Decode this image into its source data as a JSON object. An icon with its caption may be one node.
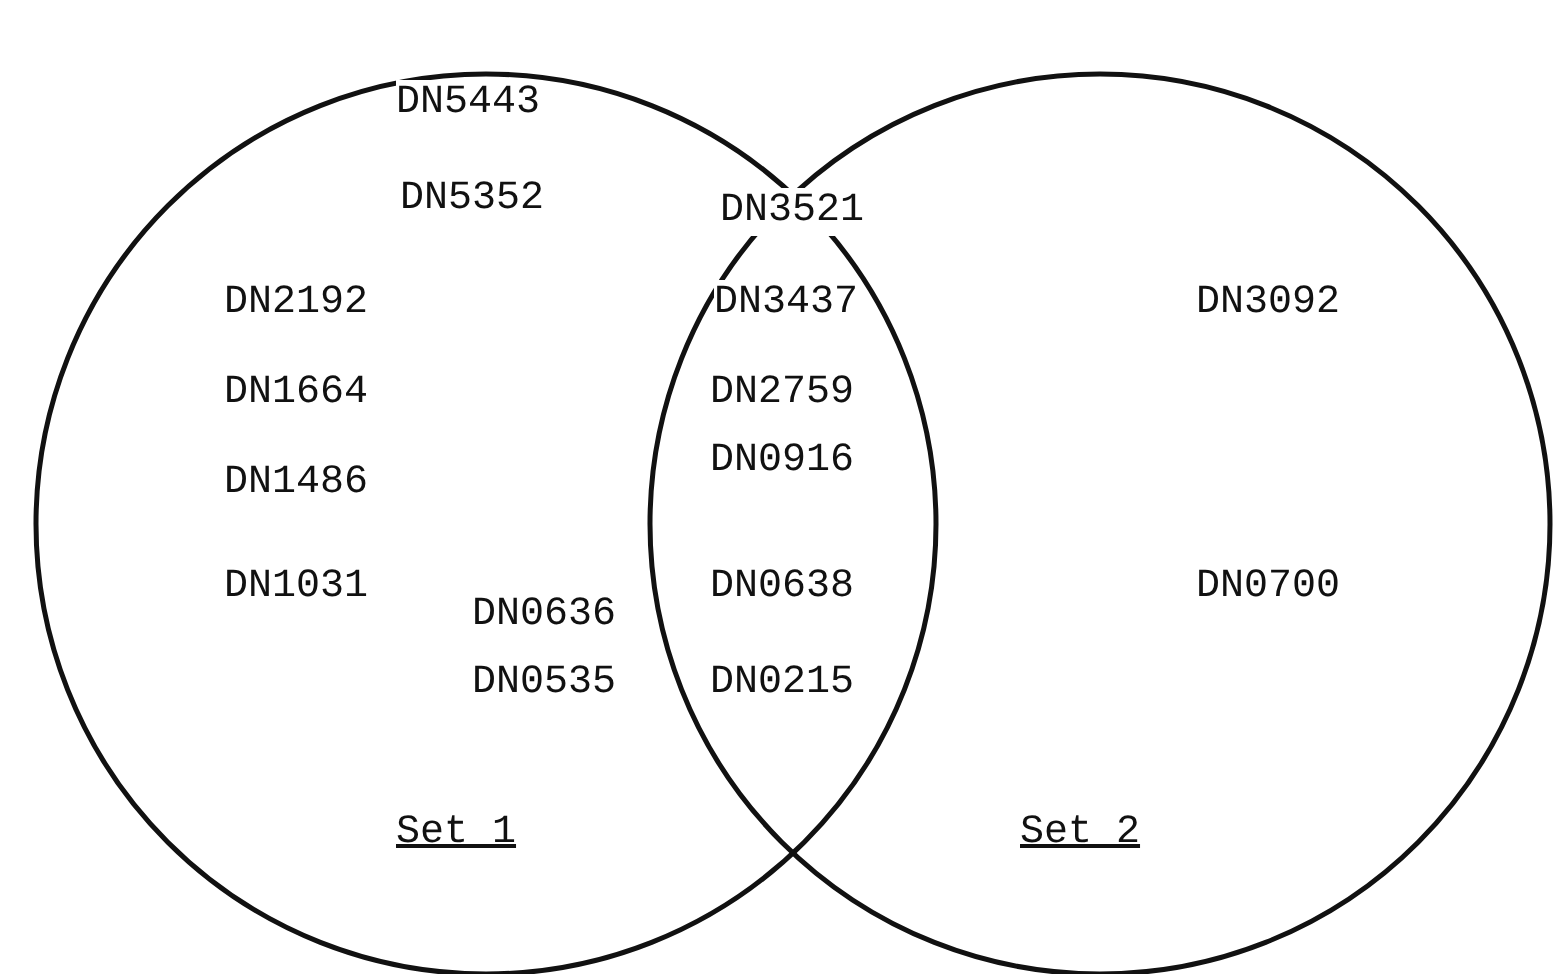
{
  "diagram": {
    "nodes": [
      {
        "text": [
          "Set 1"
        ]
      },
      {
        "text": [
          "Set 2"
        ]
      }
    ],
    "labels": [
      "DN5443",
      "DN5352",
      "DN3521",
      "DN2192",
      "DN3437",
      "DN3092",
      "DN1664",
      "DN2759",
      "DN0916",
      "DN1486",
      "DN1031",
      "DN0636",
      "DN0638",
      "DN0700",
      "DN0535",
      "DN0215"
    ]
  }
}
